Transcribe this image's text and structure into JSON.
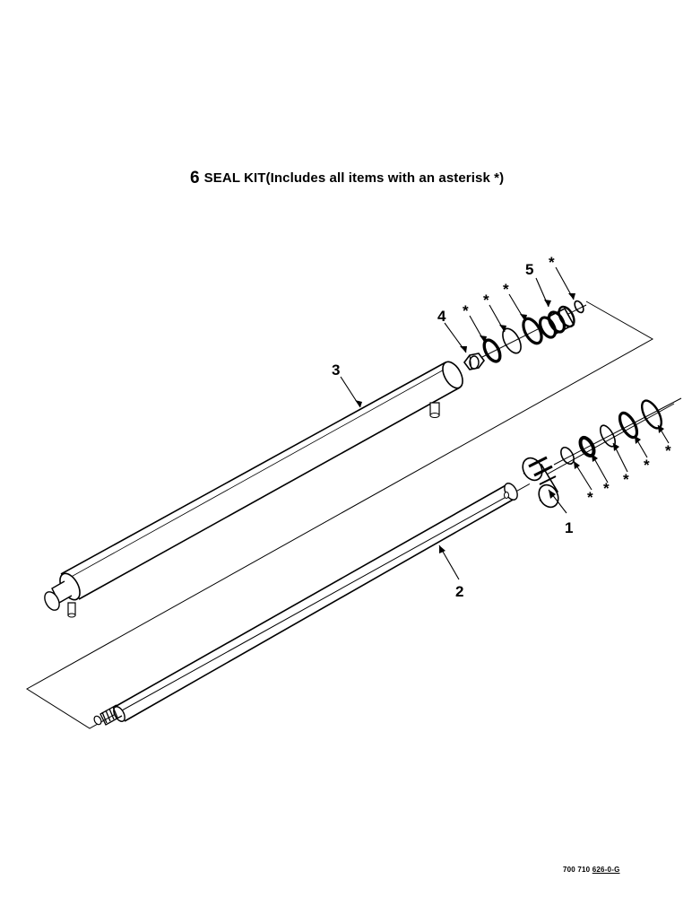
{
  "title": {
    "number": "6",
    "text": "SEAL KIT(Includes all items with an asterisk *)"
  },
  "callouts": {
    "part1": "1",
    "part2": "2",
    "part3": "3",
    "part4": "4",
    "part5": "5"
  },
  "asterisk": "*",
  "drawing_code": {
    "prefix": "700 710 ",
    "underlined": "626-0-G"
  }
}
